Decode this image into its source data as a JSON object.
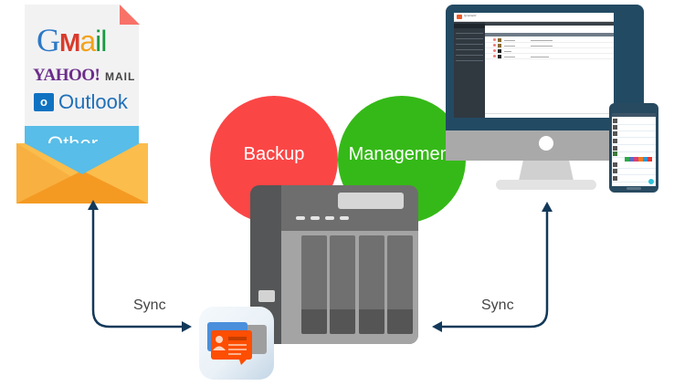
{
  "diagram": {
    "email_providers": {
      "gmail": "Gmail",
      "gmail_parts": [
        "G",
        "M",
        "a",
        "i",
        "l"
      ],
      "yahoo": "YAHOO!",
      "yahoo_mail": "MAIL",
      "outlook_icon_glyph": "o",
      "outlook": "Outlook",
      "other": "Other.."
    },
    "circles": [
      {
        "label": "Backup",
        "color": "#fb4646"
      },
      {
        "label": "Management",
        "color": "#35b918"
      }
    ],
    "arrows": [
      {
        "label": "Sync",
        "from": "email-envelope",
        "to": "contacts-app-icon"
      },
      {
        "label": "Sync",
        "from": "nas-device",
        "to": "desktop-monitor"
      }
    ],
    "colors": {
      "arrow": "#13395a",
      "envelope": "#fbbd4c",
      "envelope_dark": "#f49a23",
      "other_band": "#58bde8",
      "nas_body": "#6e6e6e",
      "monitor_bezel": "#234a63"
    },
    "devices": {
      "nas_bays": 4,
      "monitor_app_logo": "Qcontactz",
      "phone_action_colors": [
        "#2fa84f",
        "#5b6bc6",
        "#d5417a",
        "#f37b1c",
        "#2a97d8",
        "#e53935"
      ]
    }
  }
}
